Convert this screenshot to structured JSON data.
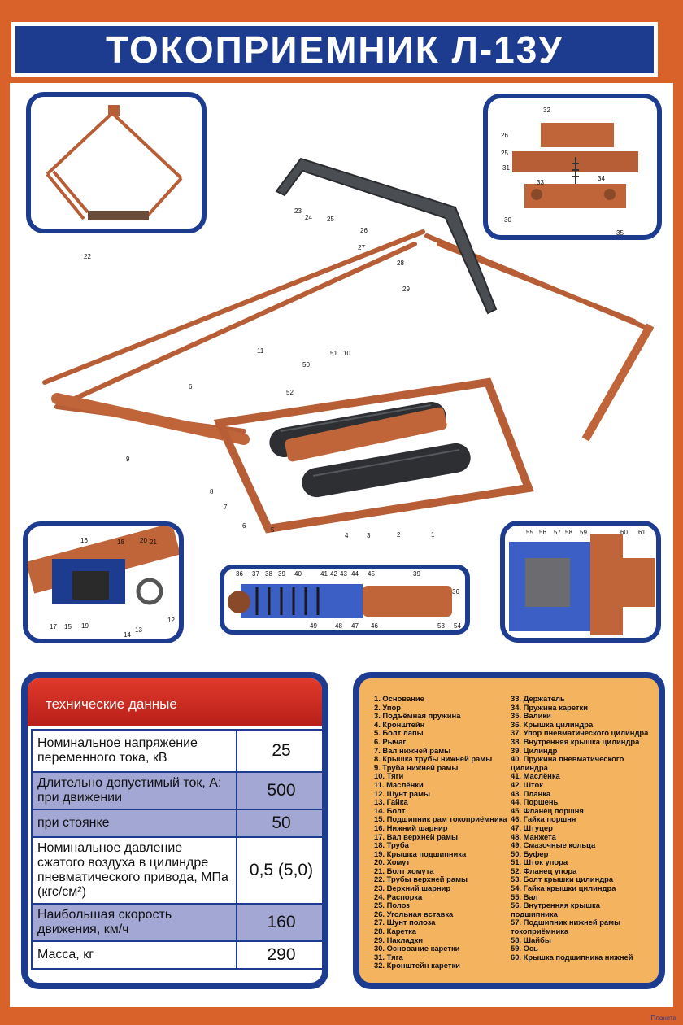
{
  "title": "ТОКОПРИЕМНИК Л-13У",
  "colors": {
    "navy": "#1d3c8f",
    "orange": "#d9622b",
    "copper": "#c0653a",
    "legend_bg": "#f3b35f",
    "table_alt": "#a3a7d4",
    "red": "#d32b22"
  },
  "main_callouts": [
    "22",
    "23",
    "24",
    "25",
    "26",
    "27",
    "28",
    "29",
    "9",
    "6",
    "11",
    "50",
    "51",
    "52",
    "10",
    "8",
    "7",
    "6",
    "5",
    "4",
    "3",
    "2",
    "1"
  ],
  "detail_top_right": {
    "callouts": [
      "32",
      "26",
      "25",
      "31",
      "33",
      "34",
      "30",
      "35"
    ]
  },
  "detail_bottom_left": {
    "callouts": [
      "16",
      "18",
      "20",
      "21",
      "17",
      "15",
      "14",
      "19",
      "13",
      "12"
    ]
  },
  "detail_cylinder": {
    "callouts": [
      "36",
      "37",
      "38",
      "39",
      "40",
      "41",
      "42",
      "43",
      "44",
      "45",
      "39",
      "36",
      "54",
      "49",
      "48",
      "47",
      "46",
      "53"
    ]
  },
  "detail_bottom_right": {
    "callouts": [
      "55",
      "56",
      "57",
      "58",
      "59",
      "60",
      "61"
    ]
  },
  "specs": {
    "header": "технические данные",
    "rows": [
      {
        "label": "Номинальное напряжение переменного тока, кВ",
        "value": "25"
      },
      {
        "label": "Длительно допустимый ток, А: при движении",
        "value": "500"
      },
      {
        "label": "при стоянке",
        "value": "50"
      },
      {
        "label": "Номинальное давление сжатого воздуха в цилиндре пневматического привода, МПа (кгс/см²)",
        "value": "0,5 (5,0)"
      },
      {
        "label": "Наибольшая скорость движения, км/ч",
        "value": "160"
      },
      {
        "label": "Масса, кг",
        "value": "290"
      }
    ]
  },
  "legend_left": [
    "1. Основание",
    "2. Упор",
    "3. Подъёмная пружина",
    "4. Кронштейн",
    "5. Болт лапы",
    "6. Рычаг",
    "7. Вал нижней рамы",
    "8. Крышка трубы нижней рамы",
    "9. Труба нижней рамы",
    "10. Тяги",
    "11. Маслёнки",
    "12. Шунт рамы",
    "13. Гайка",
    "14. Болт",
    "15. Подшипник рам токоприёмника",
    "16. Нижний шарнир",
    "17. Вал верхней рамы",
    "18. Труба",
    "19. Крышка подшипника",
    "20. Хомут",
    "21. Болт хомута",
    "22. Трубы верхней рамы",
    "23. Верхний шарнир",
    "24. Распорка",
    "25. Полоз",
    "26. Угольная вставка",
    "27. Шунт полоза",
    "28. Каретка",
    "29. Накладки",
    "30. Основание каретки",
    "31. Тяга",
    "32. Кронштейн каретки"
  ],
  "legend_right": [
    "33. Держатель",
    "34. Пружина каретки",
    "35. Валики",
    "36. Крышка цилиндра",
    "37. Упор пневматического цилиндра",
    "38. Внутренняя крышка цилиндра",
    "39. Цилиндр",
    "40. Пружина пневматического",
    "цилиндра",
    "41. Маслёнка",
    "42. Шток",
    "43. Планка",
    "44. Поршень",
    "45. Фланец поршня",
    "46. Гайка поршня",
    "47. Штуцер",
    "48. Манжета",
    "49. Смазочные кольца",
    "50. Буфер",
    "51. Шток упора",
    "52. Фланец упора",
    "53. Болт крышки цилиндра",
    "54. Гайка крышки цилиндра",
    "55. Вал",
    "56. Внутренняя крышка",
    "подшипника",
    "57. Подшипник нижней рамы",
    "токоприёмника",
    "58. Шайбы",
    "59. Ось",
    "60. Крышка подшипника нижней"
  ],
  "logo": "Планета"
}
